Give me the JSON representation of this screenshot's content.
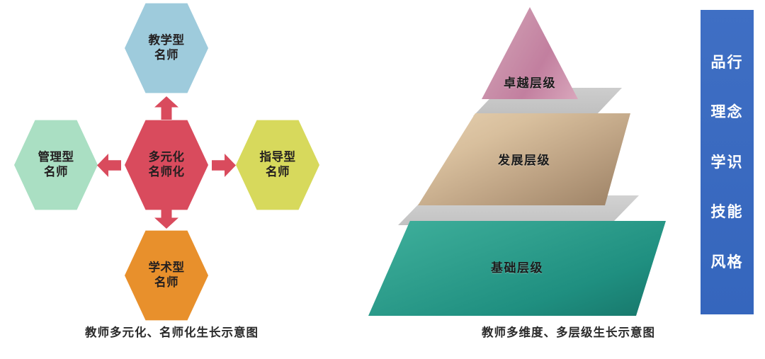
{
  "hex_diagram": {
    "caption": "教师多元化、名师化生长示意图",
    "center": {
      "line1": "多元化",
      "line2": "名师化",
      "color": "#d94b5d"
    },
    "nodes": [
      {
        "id": "teaching",
        "line1": "教学型",
        "line2": "名师",
        "color": "#9ecbdc"
      },
      {
        "id": "management",
        "line1": "管理型",
        "line2": "名师",
        "color": "#aadfc3"
      },
      {
        "id": "guidance",
        "line1": "指导型",
        "line2": "名师",
        "color": "#d7d95c"
      },
      {
        "id": "academic",
        "line1": "学术型",
        "line2": "名师",
        "color": "#e8902c"
      }
    ],
    "arrow_color": "#d94b5d"
  },
  "pyramid_diagram": {
    "caption": "教师多维度、多层级生长示意图",
    "levels": [
      {
        "id": "excellence",
        "label": "卓越层级",
        "color": "#c98fa9"
      },
      {
        "id": "development",
        "label": "发展层级",
        "color": "#c0a486"
      },
      {
        "id": "foundation",
        "label": "基础层级",
        "color": "#2a9b8a"
      }
    ],
    "dimension_bar": {
      "color": "#3a6ac0",
      "items": [
        "品行",
        "理念",
        "学识",
        "技能",
        "风格"
      ]
    }
  }
}
